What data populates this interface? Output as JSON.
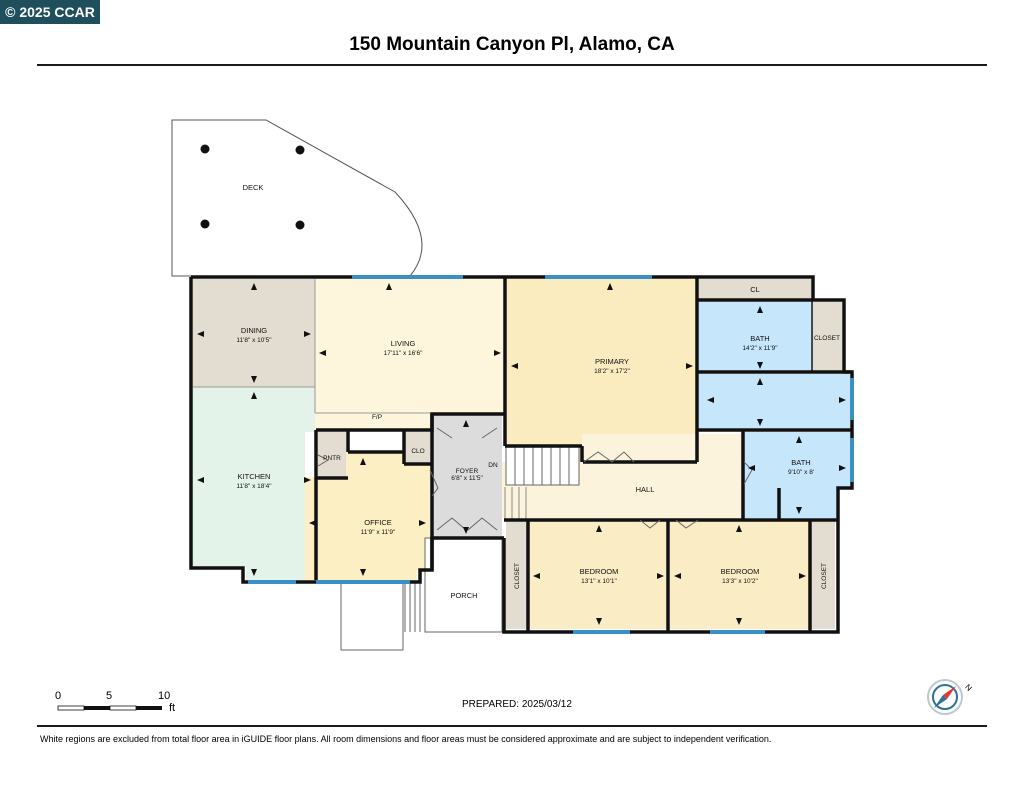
{
  "copyright": "© 2025 CCAR",
  "title": "150 Mountain Canyon Pl, Alamo, CA",
  "rooms": {
    "deck": {
      "name": "DECK"
    },
    "dining": {
      "name": "DINING",
      "dims": "11'8\" x 10'5\""
    },
    "living": {
      "name": "LIVING",
      "dims": "17'11\" x 16'6\""
    },
    "primary": {
      "name": "PRIMARY",
      "dims": "18'2\" x 17'2\""
    },
    "cl": {
      "name": "CL"
    },
    "bath1": {
      "name": "BATH",
      "dims": "14'2\" x 11'9\""
    },
    "closet_bath": {
      "name": "CLOSET"
    },
    "kitchen": {
      "name": "KITCHEN",
      "dims": "11'8\" x 18'4\""
    },
    "pntr": {
      "name": "PNTR"
    },
    "clo": {
      "name": "CLO"
    },
    "fp": {
      "name": "F/P"
    },
    "foyer": {
      "name": "FOYER",
      "dims": "6'8\" x 11'5\""
    },
    "dn": {
      "name": "DN"
    },
    "office": {
      "name": "OFFICE",
      "dims": "11'9\" x 11'9\""
    },
    "hall": {
      "name": "HALL"
    },
    "bath2": {
      "name": "BATH",
      "dims": "9'10\" x 8'"
    },
    "porch": {
      "name": "PORCH"
    },
    "closet_left": {
      "name": "CLOSET"
    },
    "bedroom1": {
      "name": "BEDROOM",
      "dims": "13'1\" x 10'1\""
    },
    "bedroom2": {
      "name": "BEDROOM",
      "dims": "13'3\" x 10'2\""
    },
    "closet_right": {
      "name": "CLOSET"
    }
  },
  "scale": {
    "ticks": [
      "0",
      "5",
      "10"
    ],
    "unit": "ft"
  },
  "compass_letter": "N",
  "prepared": "PREPARED: 2025/03/12",
  "disclaimer": "White regions are excluded from total floor area in iGUIDE floor plans. All room dimensions and floor areas must be considered approximate and are subject to independent verification.",
  "colors": {
    "wall": "#111111",
    "window": "#3a8fc4",
    "dining": "#e3dcd0",
    "living": "#fdf6dc",
    "primary": "#fbecc0",
    "bath": "#c6e6fb",
    "kitchen": "#e4f3ea",
    "office": "#fcefc4",
    "foyer": "#dcdcdc",
    "hall": "#fbf3dc",
    "bedroom": "#faedc5",
    "closet": "#e3dcd0",
    "badge": "#1f4f5d"
  }
}
